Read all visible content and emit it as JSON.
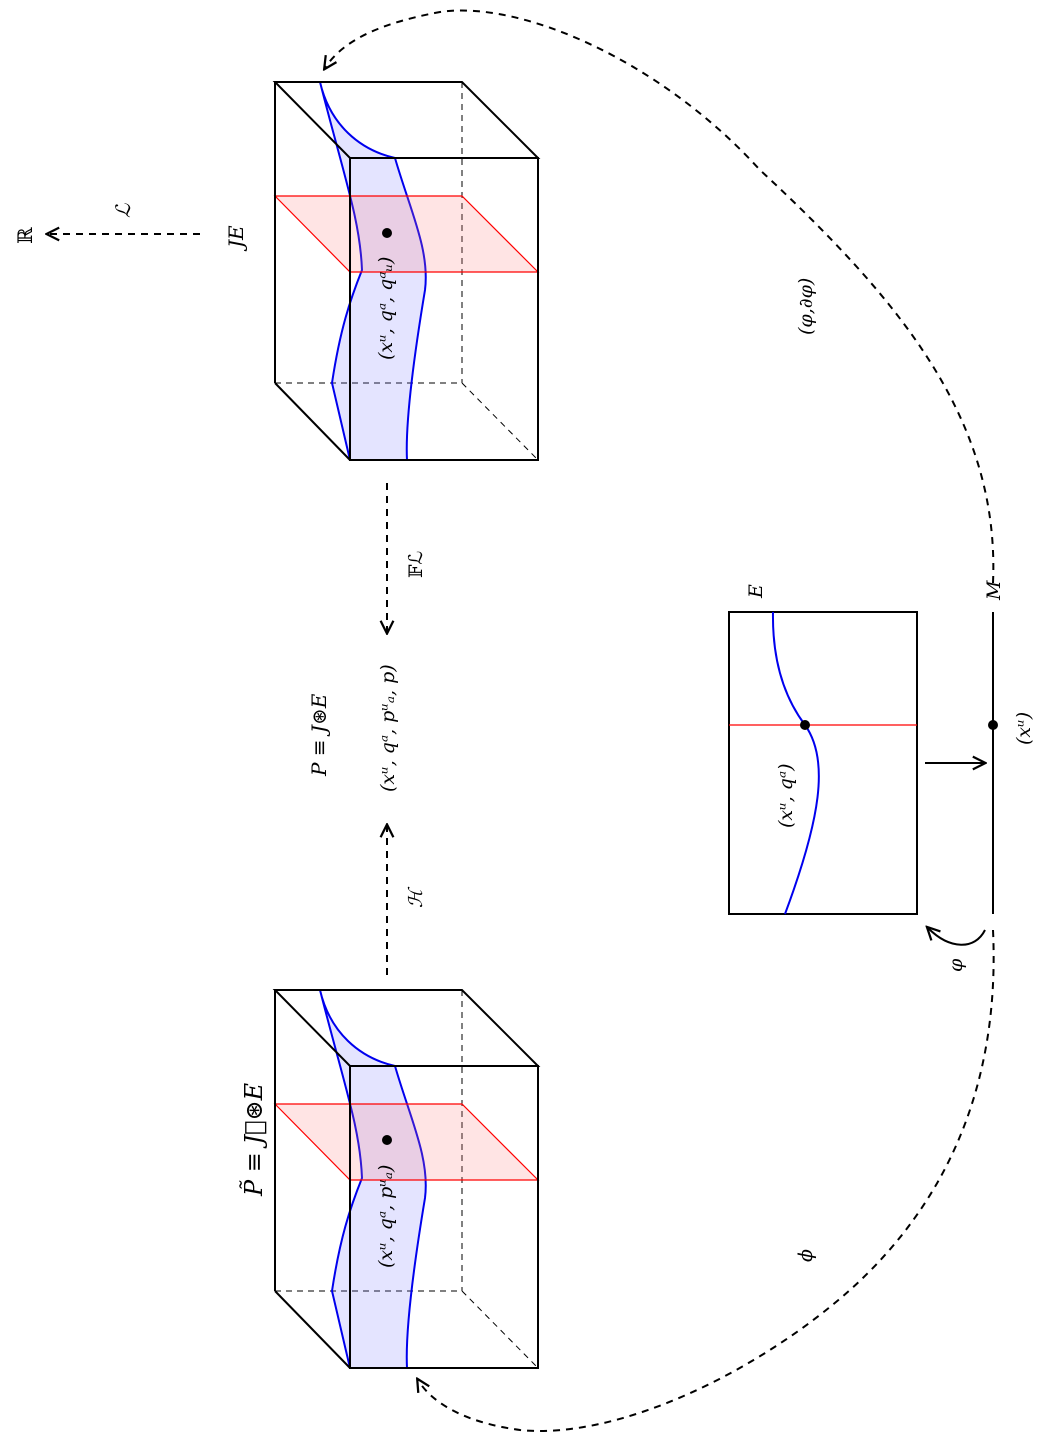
{
  "labels": {
    "R": "ℝ",
    "lagrangian": "ℒ",
    "JE": "JE",
    "coords_JE": "(xᵘ, qᵃ, qᵃᵤ)",
    "phi_dphi": "(φ,∂φ)",
    "FL": "𝔽ℒ",
    "P": "P ≡ J⊛E",
    "coords_P": "(xᵘ, qᵃ, pᵘₐ, p)",
    "H": "ℋ",
    "Ptilde": "P̃ ≡ J⃗⊛E",
    "coords_Ptilde": "(xᵘ, qᵃ, pᵘₐ)",
    "E": "E",
    "coords_E": "(xᵘ, qᵃ)",
    "M": "M",
    "coords_M": "(xᵘ)",
    "varphi": "φ",
    "phi": "ϕ"
  }
}
